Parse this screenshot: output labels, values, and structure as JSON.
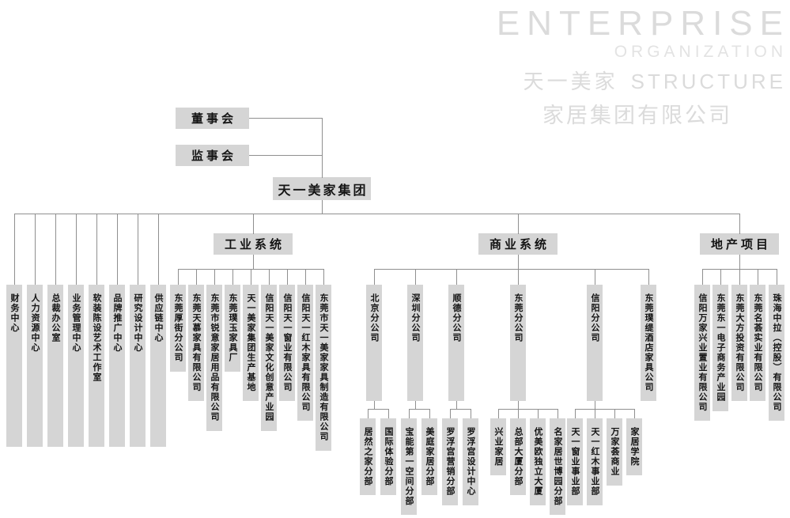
{
  "watermark": {
    "title": "ENTERPRISE",
    "subtitle": "ORGANIZATION",
    "line3_cn": "天一美家",
    "line3_en": "STRUCTURE",
    "company": "家居集团有限公司"
  },
  "org": {
    "board": "董事会",
    "supervisory_board": "监事会",
    "root": "天一美家集团",
    "hq_departments": [
      "财务中心",
      "人力资源中心",
      "总裁办公室",
      "业务管理中心",
      "软装陈设艺术工作室",
      "品牌推广中心",
      "研究设计中心",
      "供应链中心"
    ],
    "industrial": {
      "label": "工业系统",
      "children": [
        "东莞厚街分公司",
        "东莞天慕家具有限公司",
        "东莞市锐意家居用品有限公司",
        "东莞璞玉家具厂",
        "天一美家集团生产基地",
        "信阳天一美家文化创意产业园",
        "信阳天一窗业有限公司",
        "信阳天一红木家具有限公司",
        "东莞市天一美家家具制造有限公司"
      ]
    },
    "commercial": {
      "label": "商业系统",
      "children": [
        {
          "name": "北京分公司",
          "children": [
            "居然之家分部",
            "国际体验分部"
          ]
        },
        {
          "name": "深圳分公司",
          "children": [
            "宝能第一空间分部",
            "美庭家居分部"
          ]
        },
        {
          "name": "顺德分公司",
          "children": [
            "罗浮宫营销分部",
            "罗浮宫设计中心"
          ]
        },
        {
          "name": "东莞分公司",
          "children": [
            "兴业家居",
            "总部大厦分部",
            "优美欧独立大厦",
            "名家居世博园分部"
          ]
        },
        {
          "name": "信阳分公司",
          "children": [
            "天一窗业事业部",
            "天一红木事业部",
            "万家荟商业",
            "家居学院"
          ]
        },
        {
          "name": "东莞璞缇酒店家具公司",
          "children": []
        }
      ]
    },
    "real_estate": {
      "label": "地产项目",
      "children": [
        "信阳万家兴业置业有限公司",
        "东莞东一电子商务产业园",
        "东莞大方投资有限公司",
        "东莞名荟实业有限公司",
        "珠海中拉（控股）有限公司"
      ]
    }
  },
  "colors": {
    "box_fill": "#d5d5d5",
    "line": "#8f8f8f",
    "text": "#141414",
    "watermark": "#dbdbdb",
    "watermark_light": "#e3e3e3"
  }
}
